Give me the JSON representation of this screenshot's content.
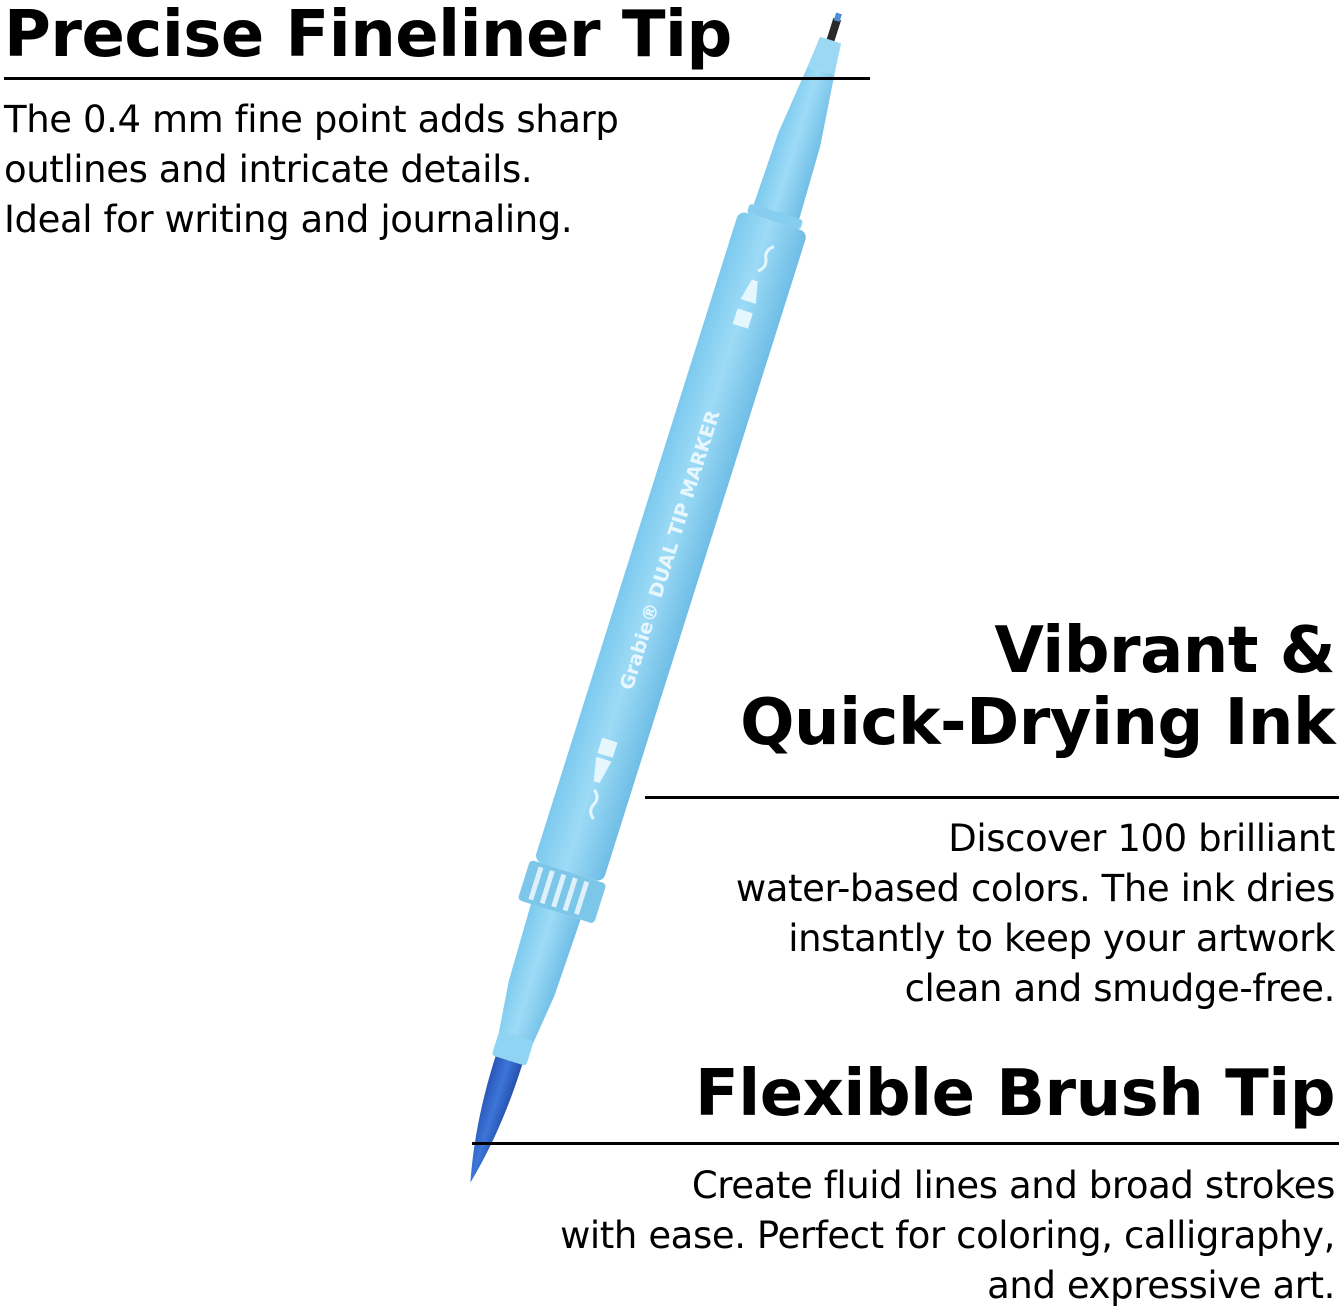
{
  "sections": [
    {
      "heading": "Precise Fineliner Tip",
      "lines": [
        "The 0.4 mm fine point adds sharp",
        "outlines and intricate details.",
        "Ideal for writing and journaling."
      ]
    },
    {
      "heading_lines": [
        "Vibrant &",
        "Quick-Drying Ink"
      ],
      "lines": [
        "Discover 100 brilliant",
        "water-based colors. The ink dries",
        "instantly to keep your artwork",
        "clean and smudge-free."
      ]
    },
    {
      "heading": "Flexible Brush Tip",
      "lines": [
        "Create fluid lines and broad strokes",
        "with ease. Perfect for coloring, calligraphy,",
        "and expressive art."
      ]
    }
  ],
  "marker": {
    "brand_text": "Grabie® DUAL TIP MARKER",
    "body_color": "#8fd4f3",
    "brush_color": "#2f63c9"
  }
}
